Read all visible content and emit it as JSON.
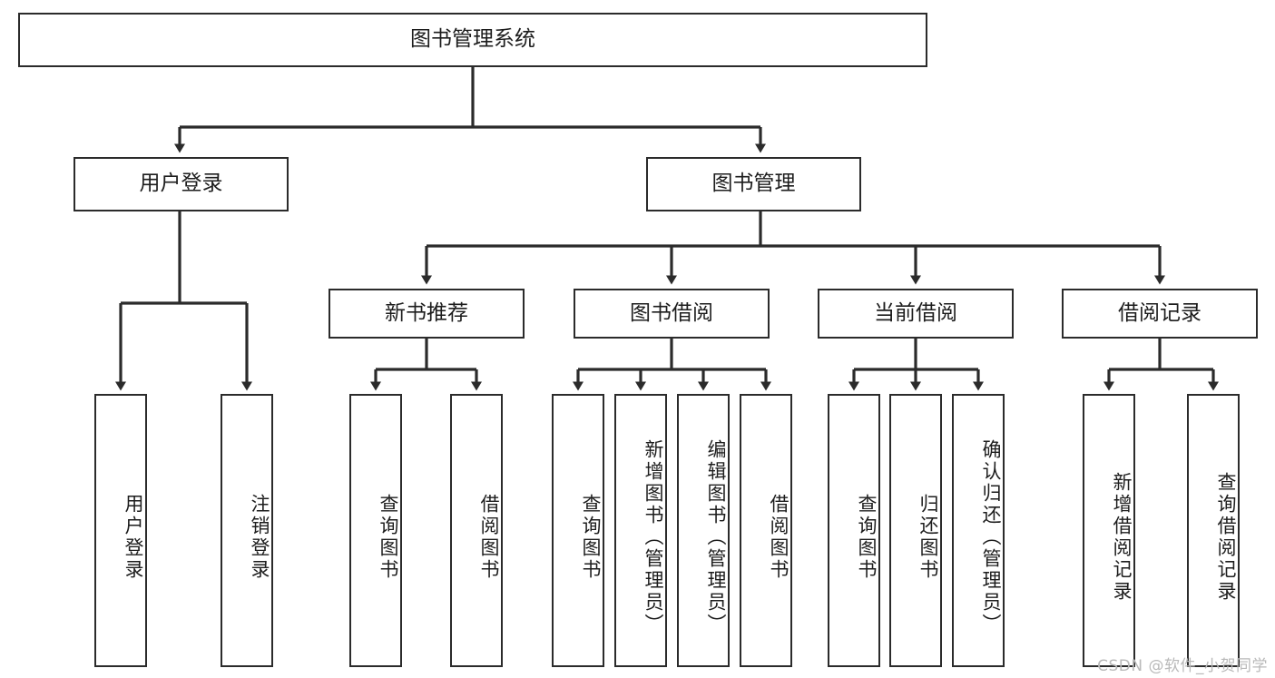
{
  "diagram": {
    "title": "图书管理系统",
    "root": {
      "id": "root",
      "label": "图书管理系统"
    },
    "level1": [
      {
        "id": "user-login",
        "label": "用户登录"
      },
      {
        "id": "book-manage",
        "label": "图书管理"
      }
    ],
    "level2": [
      {
        "id": "new-book-recommend",
        "label": "新书推荐",
        "parent": "book-manage"
      },
      {
        "id": "book-borrow",
        "label": "图书借阅",
        "parent": "book-manage"
      },
      {
        "id": "current-borrow",
        "label": "当前借阅",
        "parent": "book-manage"
      },
      {
        "id": "borrow-record",
        "label": "借阅记录",
        "parent": "book-manage"
      }
    ],
    "leaves": [
      {
        "id": "leaf-user-login",
        "label": "用户登录",
        "parent": "user-login"
      },
      {
        "id": "leaf-user-logout",
        "label": "注销登录",
        "parent": "user-login"
      },
      {
        "id": "leaf-query-book-1",
        "label": "查询图书",
        "parent": "new-book-recommend"
      },
      {
        "id": "leaf-borrow-book-1",
        "label": "借阅图书",
        "parent": "new-book-recommend"
      },
      {
        "id": "leaf-query-book-2",
        "label": "查询图书",
        "parent": "book-borrow"
      },
      {
        "id": "leaf-add-book",
        "label": "新增图书（管理员）",
        "parent": "book-borrow"
      },
      {
        "id": "leaf-edit-book",
        "label": "编辑图书（管理员）",
        "parent": "book-borrow"
      },
      {
        "id": "leaf-borrow-book-2",
        "label": "借阅图书",
        "parent": "book-borrow"
      },
      {
        "id": "leaf-query-book-3",
        "label": "查询图书",
        "parent": "current-borrow"
      },
      {
        "id": "leaf-return-book",
        "label": "归还图书",
        "parent": "current-borrow"
      },
      {
        "id": "leaf-confirm-return",
        "label": "确认归还（管理员）",
        "parent": "current-borrow"
      },
      {
        "id": "leaf-add-record",
        "label": "新增借阅记录",
        "parent": "borrow-record"
      },
      {
        "id": "leaf-query-record",
        "label": "查询借阅记录",
        "parent": "borrow-record"
      }
    ],
    "colors": {
      "border": "#2b2b2b",
      "text": "#1d1d1d",
      "background": "#ffffff",
      "edge": "#2b2b2b",
      "watermark": "#b9b9b9"
    }
  },
  "watermark": {
    "text": "CSDN @软件_小贺同学"
  }
}
